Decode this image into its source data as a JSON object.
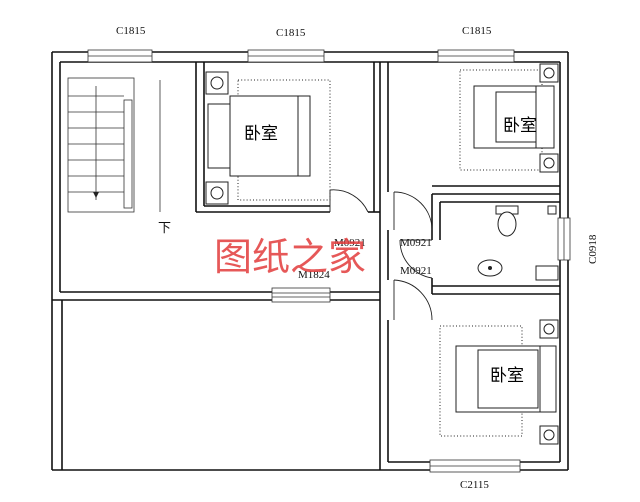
{
  "windows": {
    "top_left": "C1815",
    "top_mid": "C1815",
    "top_right": "C1815",
    "right_side": "C0918",
    "bottom": "C2115"
  },
  "doors": {
    "left_bedroom": "M0921",
    "right_upper": "M0921",
    "bathroom": "M0921",
    "balcony": "M1824"
  },
  "rooms": {
    "bedroom_left": "卧室",
    "bedroom_top_right": "卧室",
    "bedroom_bottom_right": "卧室"
  },
  "stairs": {
    "direction_label": "下"
  },
  "watermark": "图纸之家"
}
